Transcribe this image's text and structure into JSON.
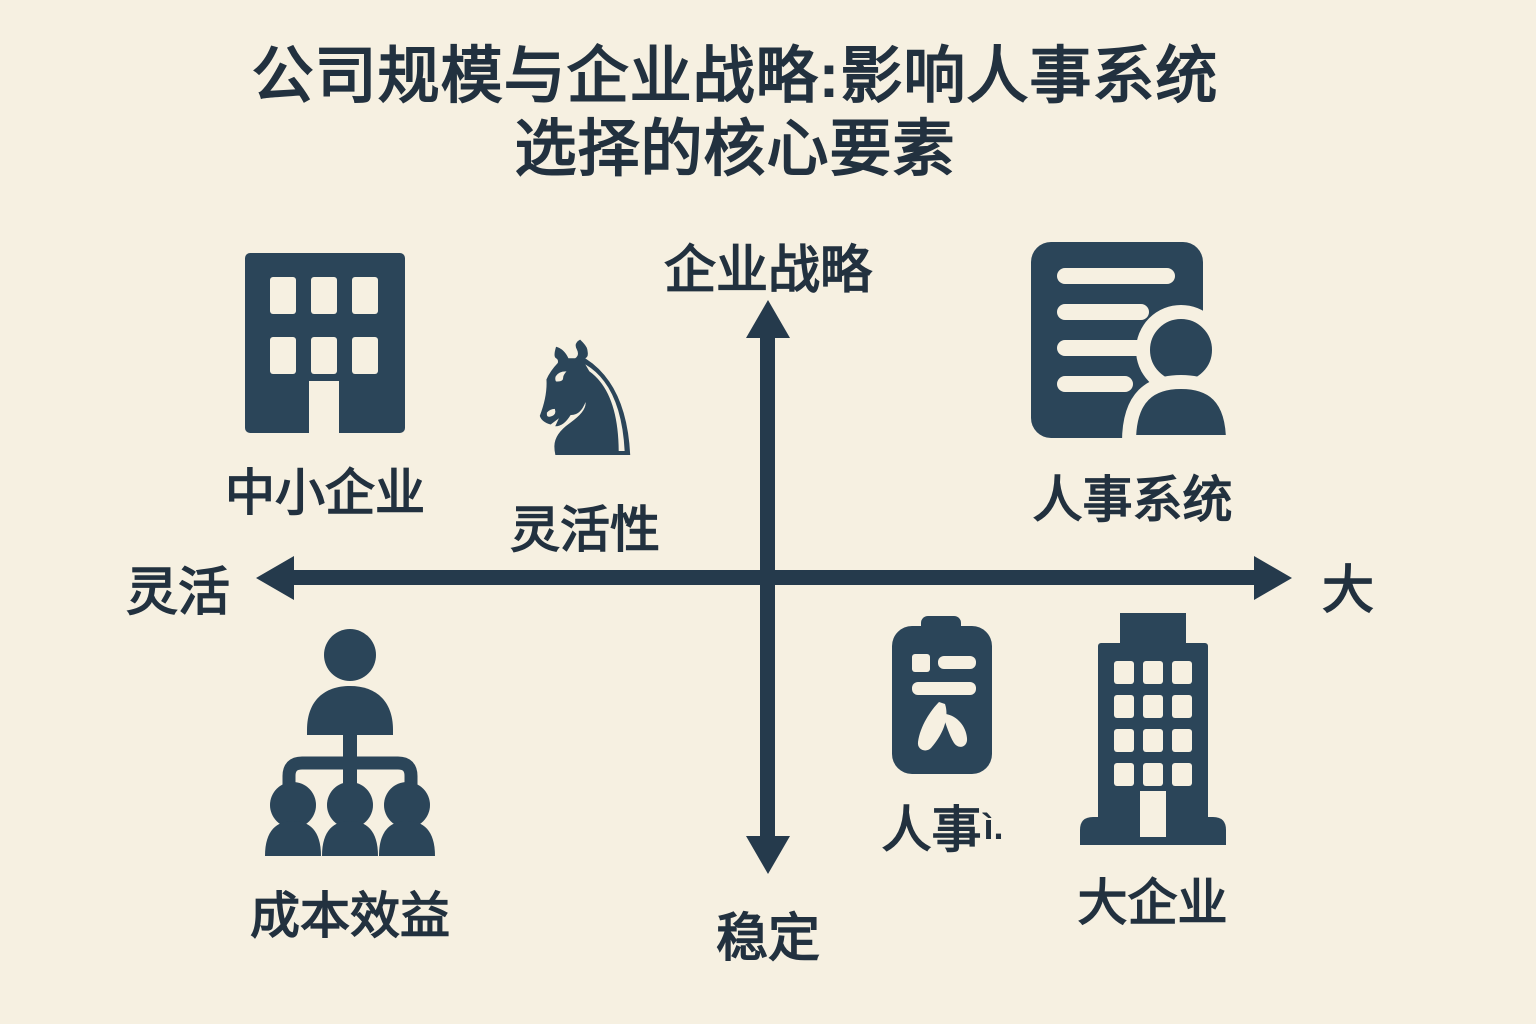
{
  "title": {
    "line1": "公司规模与企业战略:影响人事系统",
    "line2": "选择的核心要素"
  },
  "axes": {
    "top_label": "企业战略",
    "bottom_label": "稳定",
    "left_label": "灵活",
    "right_label": "大"
  },
  "quadrants": {
    "top_left": {
      "label": "中小企业",
      "icon": "office-building"
    },
    "top_center": {
      "label": "灵活性",
      "icon": "chess-knight",
      "glyph": "♞"
    },
    "top_right": {
      "label": "人事系统",
      "icon": "document-with-person"
    },
    "bottom_left": {
      "label": "成本效益",
      "icon": "org-chart-people"
    },
    "bottom_center": {
      "label": "人事",
      "garbled_suffix": "ì.",
      "icon": "id-card-person"
    },
    "bottom_right": {
      "label": "大企业",
      "icon": "skyscraper-building"
    }
  },
  "colors": {
    "bg": "#f6f0e1",
    "ink": "#2b4559",
    "text": "#22313f",
    "axis": "#253a4c"
  }
}
